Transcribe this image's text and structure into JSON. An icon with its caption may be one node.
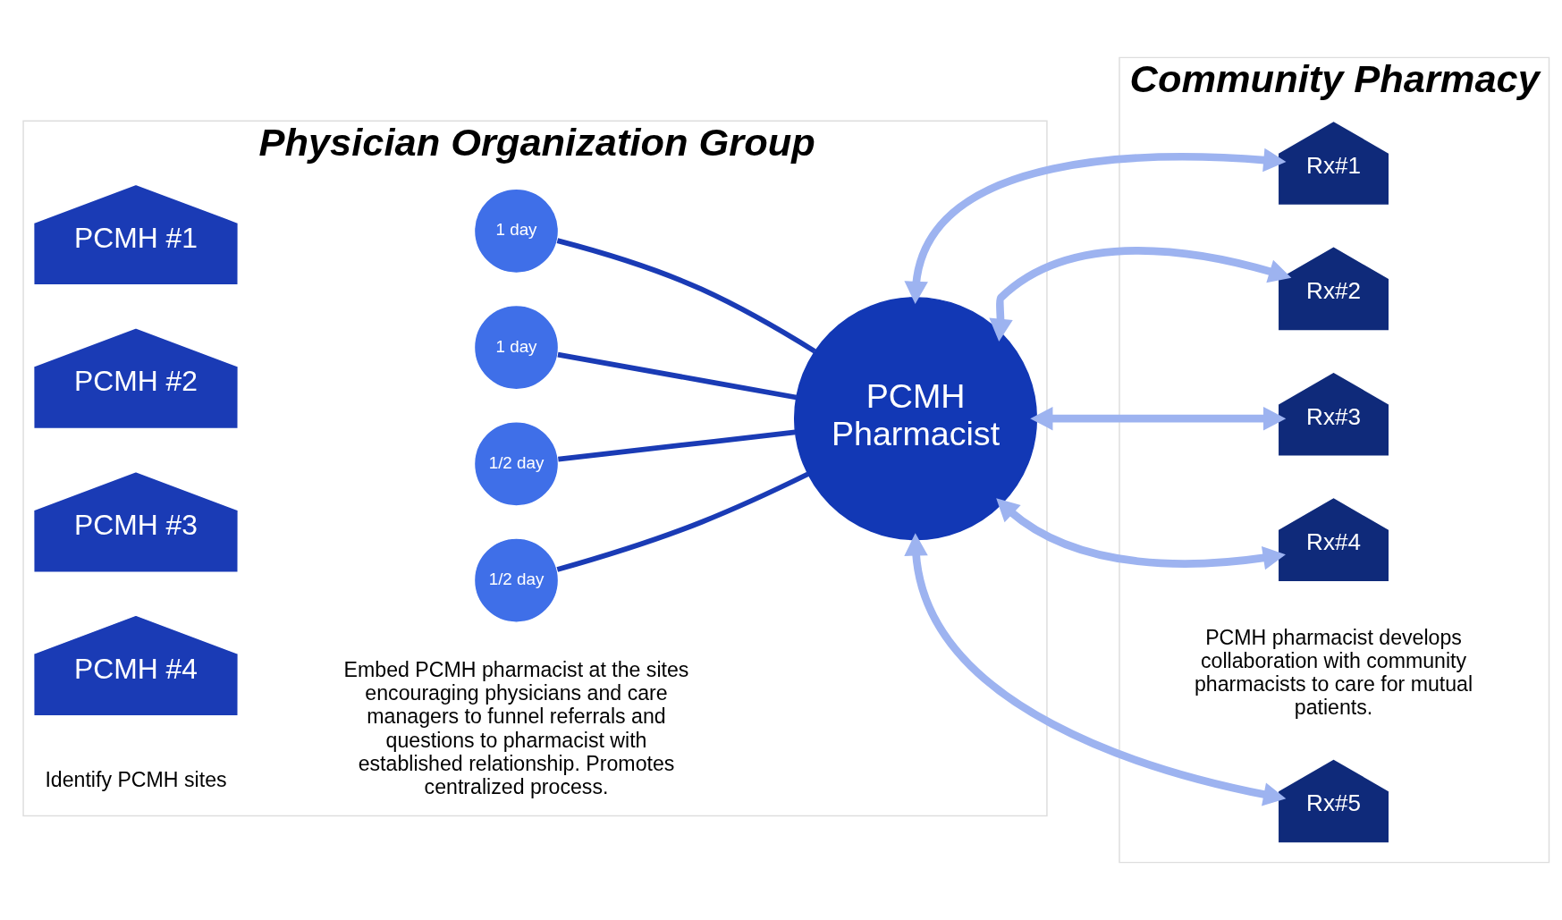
{
  "diagram": {
    "nodes": [
      {
        "text": [
          "Physician Organization Group"
        ]
      },
      {
        "text": [
          "PCMH #1"
        ],
        "in": 0
      },
      {
        "text": [
          "1 day"
        ],
        "in": 0
      },
      {
        "text": [
          "PCMH #2"
        ],
        "in": 0
      },
      {
        "text": [
          "1 day"
        ],
        "in": 0
      },
      {
        "text": [
          "PCMH #3"
        ],
        "in": 0
      },
      {
        "text": [
          "1/2 day"
        ],
        "in": 0
      },
      {
        "text": [
          "PCMH #4"
        ],
        "in": 0
      },
      {
        "text": [
          "1/2 day"
        ],
        "in": 0
      },
      {
        "text": [
          "PCMH Pharmacist"
        ],
        "in": 0
      },
      {
        "text": [
          "Community Pharmacy"
        ]
      },
      {
        "text": [
          "Rx#1"
        ],
        "in": 10
      },
      {
        "text": [
          "Rx#2"
        ],
        "in": 10
      },
      {
        "text": [
          "Rx#3"
        ],
        "in": 10
      },
      {
        "text": [
          "Rx#4"
        ],
        "in": 10
      },
      {
        "text": [
          "Rx#5"
        ],
        "in": 10
      }
    ],
    "edges": [
      {
        "from": 2,
        "to": 9,
        "arrow": "none",
        "color": "#1a3bb5"
      },
      {
        "from": 4,
        "to": 9,
        "arrow": "none",
        "color": "#1a3bb5"
      },
      {
        "from": 6,
        "to": 9,
        "arrow": "none",
        "color": "#1a3bb5"
      },
      {
        "from": 8,
        "to": 9,
        "arrow": "none",
        "color": "#1a3bb5"
      },
      {
        "from": 9,
        "to": 11,
        "arrow": "both"
      },
      {
        "from": 9,
        "to": 12,
        "arrow": "both"
      },
      {
        "from": 9,
        "to": 13,
        "arrow": "both"
      },
      {
        "from": 9,
        "to": 14,
        "arrow": "both"
      },
      {
        "from": 9,
        "to": 15,
        "arrow": "both"
      }
    ],
    "labels": [
      "Identify PCMH sites",
      "Embed PCMH pharmacist at the sites encouraging physicians and care managers to funnel referrals and questions to pharmacist with established relationship. Promotes centralized process.",
      "PCMH pharmacist develops collaboration with community pharmacists to care for mutual patients."
    ]
  }
}
